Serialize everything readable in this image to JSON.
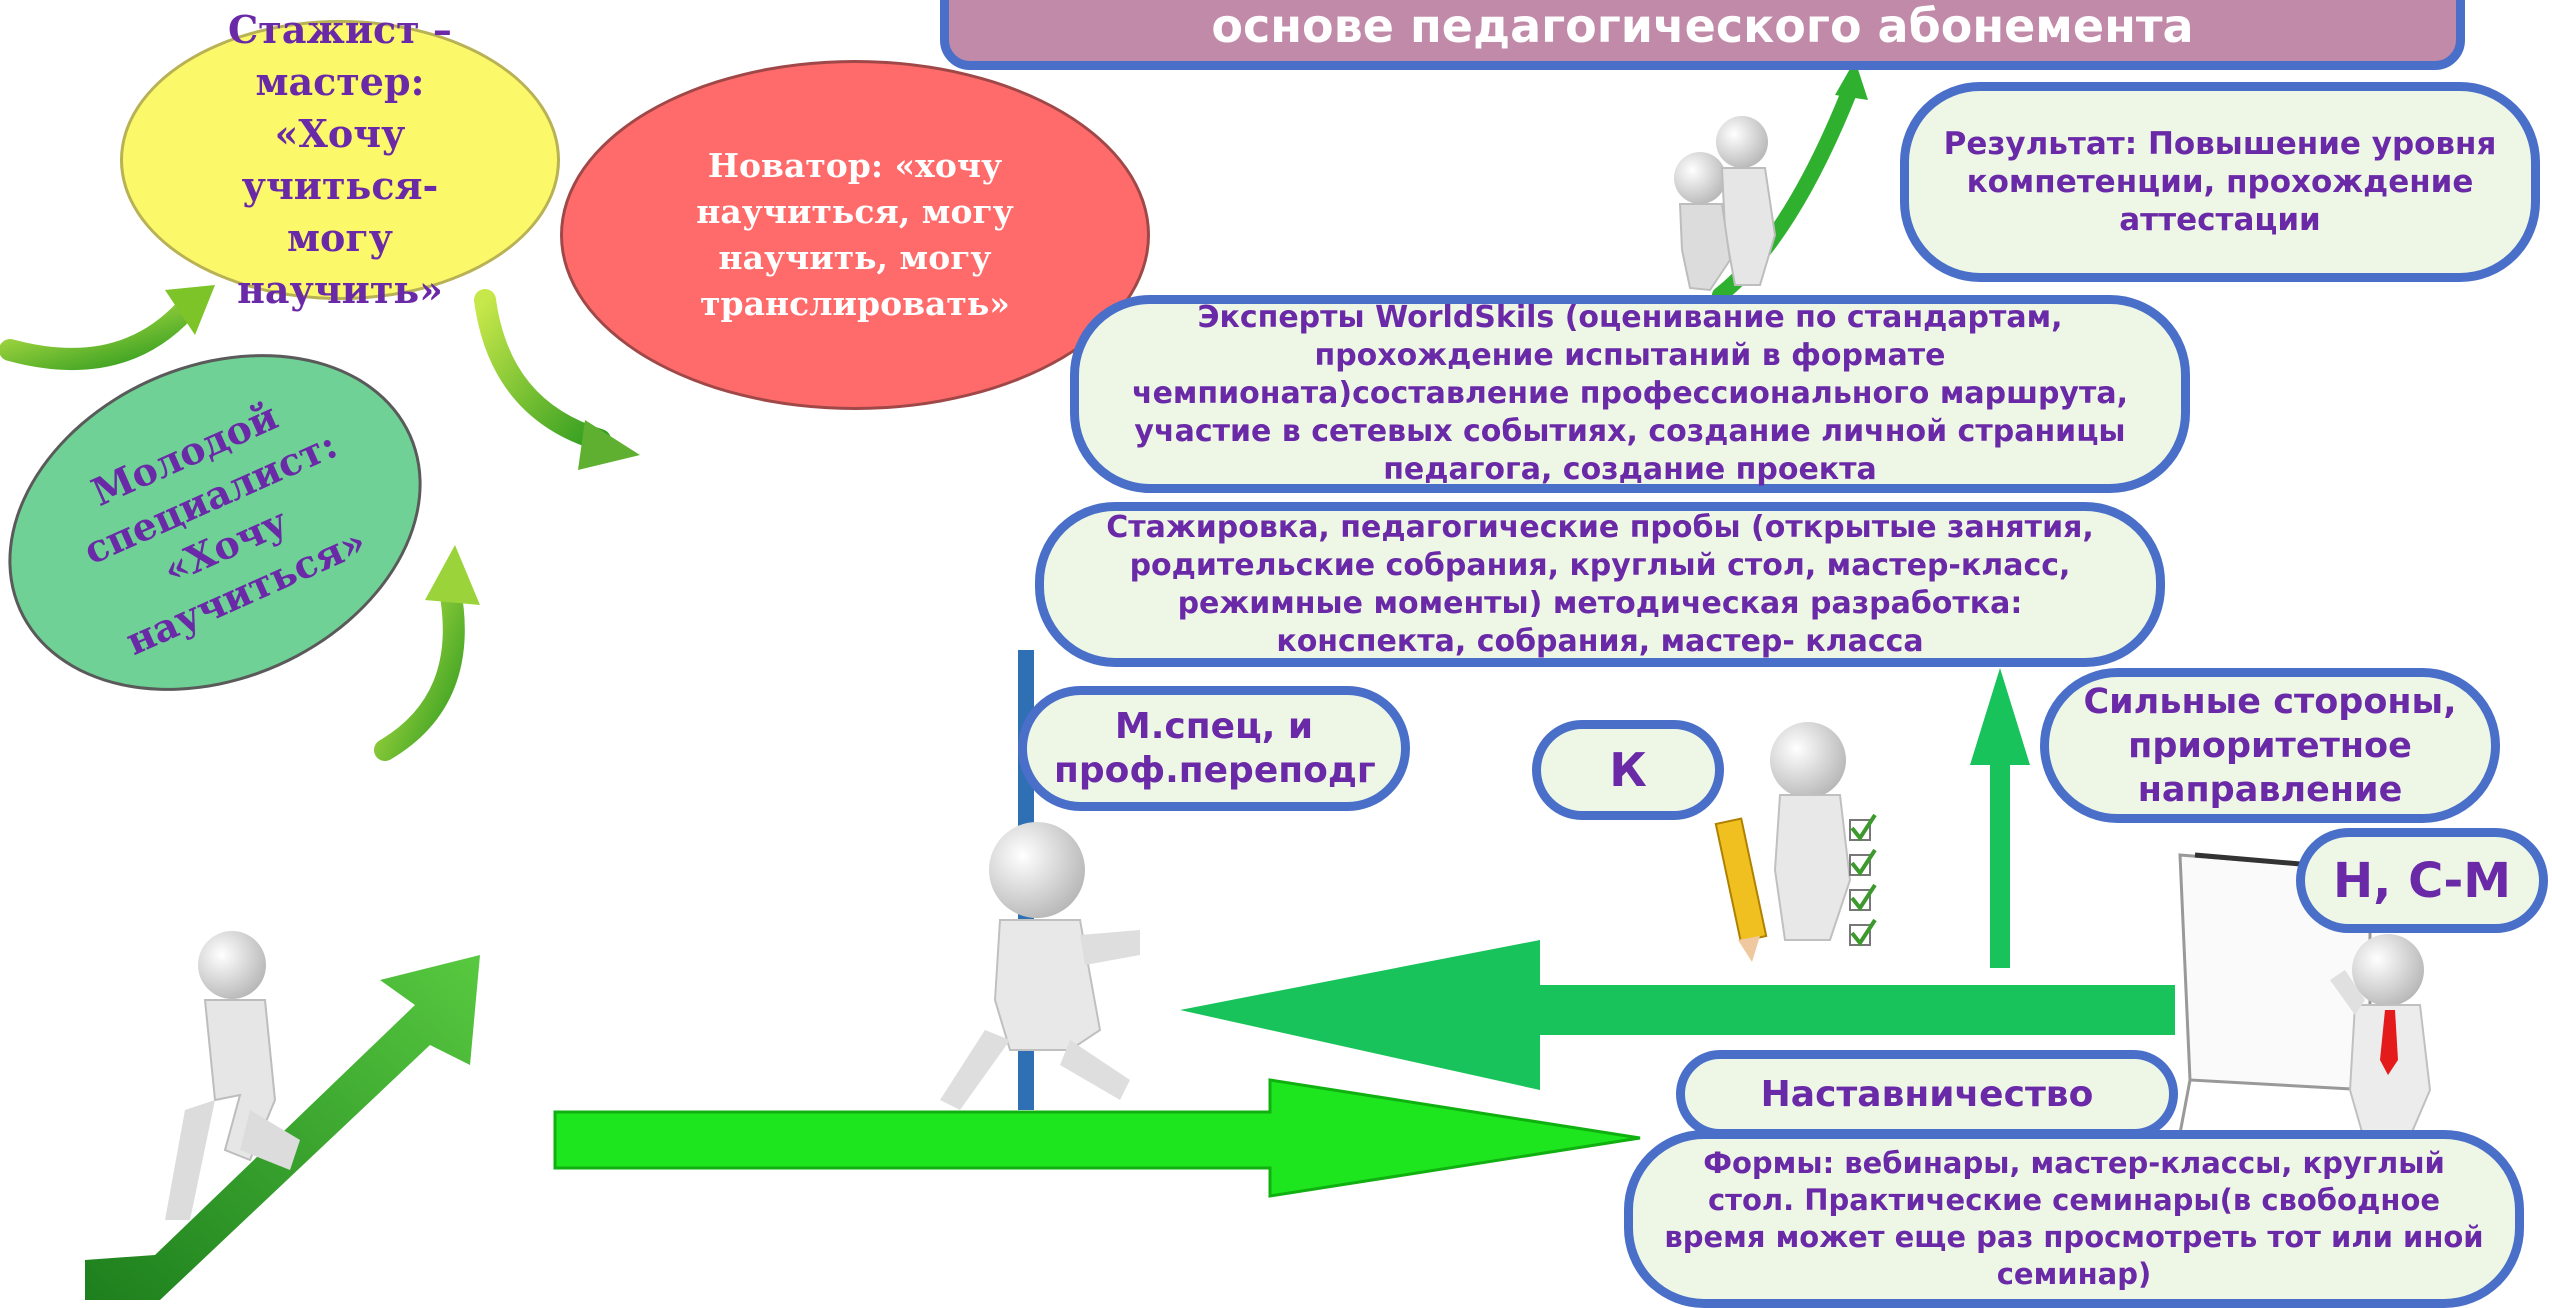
{
  "title": "основе педагогического абонемента",
  "ellipses": {
    "intern_master": "Стажист – мастер: «Хочу учиться-могу научить»",
    "innovator": "Новатор: «хочу научиться, могу научить, могу транслировать»",
    "young_specialist": "Молодой специалист: «Хочу научиться»"
  },
  "boxes": {
    "result": "Результат: Повышение уровня компетенции, прохождение аттестации",
    "experts": "Эксперты WorldSkils (оценивание по стандартам, прохождение испытаний в формате чемпионата)составление профессионального маршрута, участие в сетевых событиях, создание личной страницы педагога, создание проекта",
    "internship": "Стажировка, педагогические пробы (открытые занятия, родительские собрания, круглый стол, мастер-класс, режимные моменты) методическая разработка: конспекта, собрания, мастер- класса",
    "m_spec": "М.спец, и проф.переподг",
    "k": "К",
    "strengths": "Сильные стороны, приоритетное направление",
    "n_sm": "Н, С-М",
    "mentoring": "Наставничество",
    "forms": "Формы: вебинары, мастер-классы, круглый стол. Практические семинары(в свободное время может еще раз просмотреть тот или иной семинар)"
  },
  "colors": {
    "pill_border": "#4a6fc9",
    "pill_fill": "#eef7e6",
    "text_purple": "#6a2aa8",
    "title_fill": "#c08aa8",
    "arrow_bright_green": "#1ee61e",
    "arrow_dark_green": "#17c35a"
  }
}
